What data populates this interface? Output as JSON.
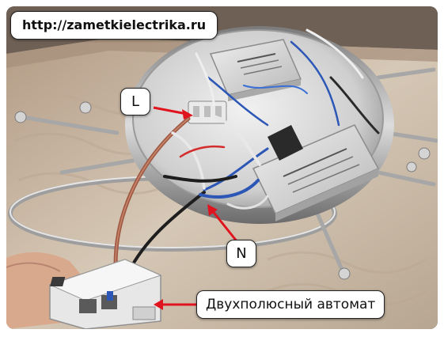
{
  "watermark": {
    "url": "http://zametkielectrika.ru"
  },
  "labels": {
    "line": "L",
    "neutral": "N",
    "breaker": "Двухполюсный автомат"
  },
  "colors": {
    "arrow": "#e0141e",
    "carpet": "#c8b8a4",
    "chrome": "#c9c9c9",
    "wire_blue": "#2c57b7",
    "wire_brown": "#a05a43"
  }
}
